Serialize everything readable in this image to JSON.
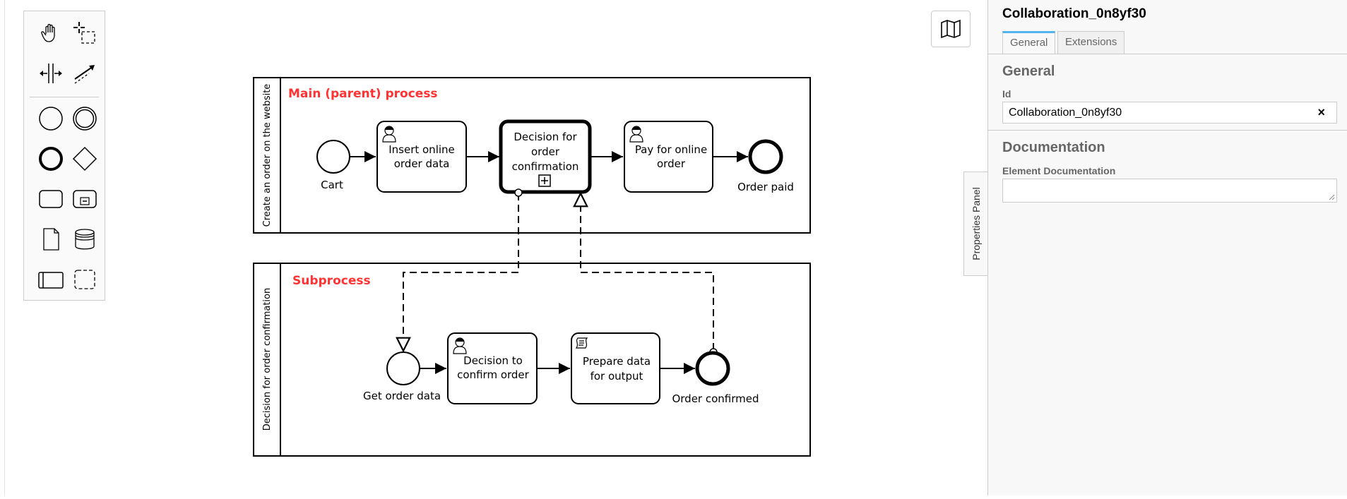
{
  "canvas": {
    "pools": [
      {
        "name": "Create an order on the website",
        "annotation": "Main (parent) process"
      },
      {
        "name": "Decision for order confirmation",
        "annotation": "Subprocess"
      }
    ],
    "elements": {
      "cart": "Cart",
      "insert_task": [
        "Insert online",
        "order data"
      ],
      "decision_subprocess": [
        "Decision for",
        "order",
        "confirmation"
      ],
      "pay_task": [
        "Pay for online",
        "order"
      ],
      "order_paid": "Order paid",
      "get_order_data": "Get order data",
      "decision_task": [
        "Decision to",
        "confirm order"
      ],
      "prepare_task": [
        "Prepare data",
        "for output"
      ],
      "order_confirmed": "Order confirmed"
    },
    "colors": {
      "annotation": "#ff3333",
      "stroke": "#000000"
    }
  },
  "palette": {
    "tools": [
      "hand-tool-icon",
      "lasso-tool-icon",
      "space-tool-icon",
      "global-connect-tool-icon",
      "start-event-icon",
      "intermediate-event-icon",
      "end-event-icon",
      "gateway-icon",
      "task-icon",
      "subprocess-icon",
      "data-object-icon",
      "data-store-icon",
      "participant-icon",
      "group-icon"
    ]
  },
  "toolbar": {
    "minimap_icon": "map-icon"
  },
  "properties_toggle": {
    "label": "Properties Panel"
  },
  "properties_panel": {
    "title": "Collaboration_0n8yf30",
    "tabs": [
      "General",
      "Extensions"
    ],
    "active_tab": "General",
    "groups": {
      "general": {
        "title": "General",
        "id_label": "Id",
        "id_value": "Collaboration_0n8yf30",
        "clear_symbol": "×"
      },
      "documentation": {
        "title": "Documentation",
        "element_documentation_label": "Element Documentation",
        "element_documentation_value": ""
      }
    },
    "colors": {
      "active_tab_accent": "#52b4ed"
    }
  }
}
